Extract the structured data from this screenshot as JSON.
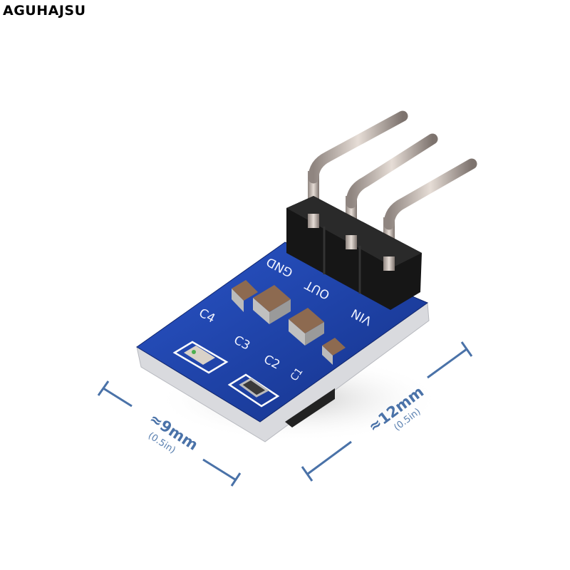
{
  "brand": "AGUHAJSU",
  "board_labels": {
    "gnd": "GND",
    "out": "OUT",
    "vin": "VIN",
    "c4": "C4",
    "c3": "C3",
    "c2": "C2",
    "c1": "C1"
  },
  "dimensions": {
    "width_label": "≈9mm",
    "width_sub": "(0.5in)",
    "length_label": "≈12mm",
    "length_sub": "(0.5in)"
  },
  "colors": {
    "pcb": "#1d3fa0",
    "dimension_lines": "#4a72a8",
    "header": "#151515",
    "pins": "#b9aaa0"
  }
}
